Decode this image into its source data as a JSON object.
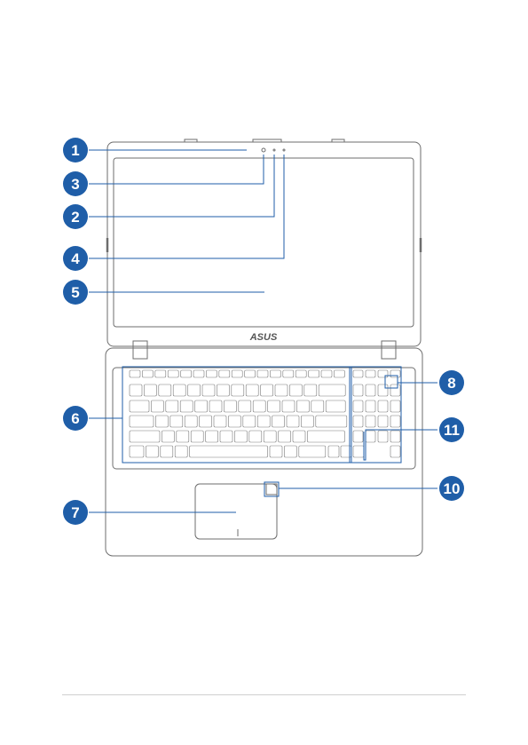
{
  "brand_logo": "ASUS",
  "colors": {
    "callout_fill": "#1f5ea8",
    "callout_line": "#1f5ea8",
    "outline": "#6d6d6d",
    "highlight_box": "#1f5ea8"
  },
  "callouts": [
    {
      "id": "1",
      "label": "1"
    },
    {
      "id": "3",
      "label": "3"
    },
    {
      "id": "2",
      "label": "2"
    },
    {
      "id": "4",
      "label": "4"
    },
    {
      "id": "5",
      "label": "5"
    },
    {
      "id": "6",
      "label": "6"
    },
    {
      "id": "7",
      "label": "7"
    },
    {
      "id": "8",
      "label": "8"
    },
    {
      "id": "11",
      "label": "11"
    },
    {
      "id": "10",
      "label": "10"
    }
  ]
}
